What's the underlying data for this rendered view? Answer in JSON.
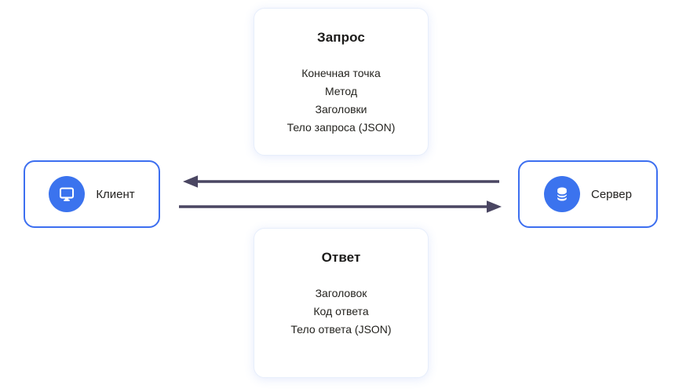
{
  "diagram": {
    "request_card": {
      "title": "Запрос",
      "items": [
        "Конечная точка",
        "Метод",
        "Заголовки",
        "Тело запроса (JSON)"
      ]
    },
    "response_card": {
      "title": "Ответ",
      "items": [
        "Заголовок",
        "Код ответа",
        "Тело ответа (JSON)"
      ]
    },
    "client_node": {
      "label": "Клиент",
      "icon": "monitor-icon"
    },
    "server_node": {
      "label": "Сервер",
      "icon": "database-icon"
    },
    "colors": {
      "accent_blue": "#3b73ee",
      "node_border_blue": "#3d6ff0",
      "arrow_dark": "#4a4662",
      "card_border": "#e7eefb",
      "text": "#21201e"
    }
  }
}
